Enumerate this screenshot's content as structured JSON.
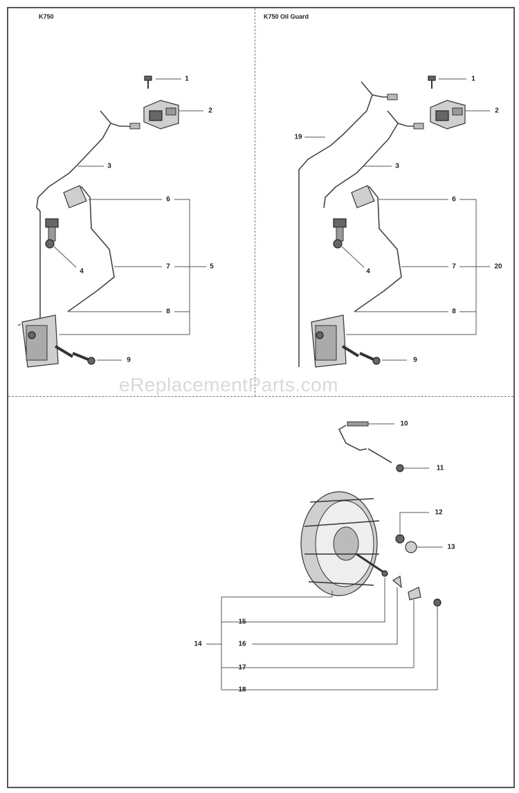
{
  "panels": {
    "left_title": "K750",
    "right_title": "K750 Oil Guard"
  },
  "watermark": "eReplacementParts.com",
  "callouts": {
    "left": [
      "1",
      "2",
      "3",
      "4",
      "5",
      "6",
      "7",
      "8",
      "9"
    ],
    "right": [
      "1",
      "2",
      "3",
      "4",
      "6",
      "7",
      "8",
      "9",
      "19",
      "20"
    ],
    "bottom": [
      "10",
      "11",
      "12",
      "13",
      "14",
      "15",
      "16",
      "17",
      "18"
    ]
  }
}
